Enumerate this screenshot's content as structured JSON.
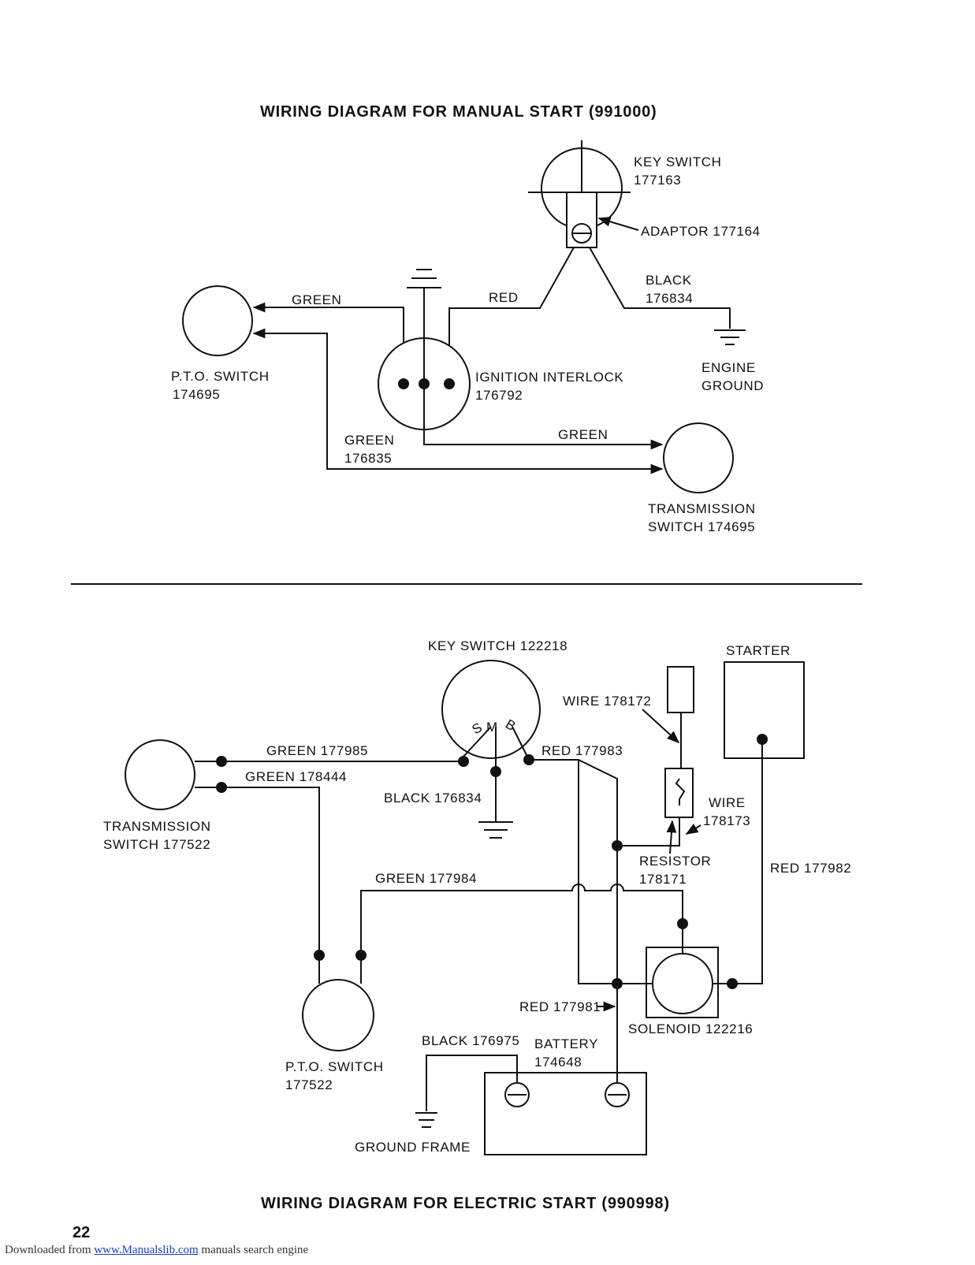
{
  "manual": {
    "title": "WIRING DIAGRAM FOR MANUAL START (991000)",
    "key_switch": "KEY SWITCH",
    "key_switch_pn": "177163",
    "adaptor": "ADAPTOR 177164",
    "black": "BLACK",
    "black_pn": "176834",
    "engine": "ENGINE",
    "ground": "GROUND",
    "green_top": "GREEN",
    "red": "RED",
    "pto": "P.T.O. SWITCH",
    "pto_pn": "174695",
    "ignition": "IGNITION INTERLOCK",
    "ignition_pn": "176792",
    "green_low": "GREEN",
    "green_low_pn": "176835",
    "green_trans": "GREEN",
    "trans": "TRANSMISSION",
    "trans_pn": "SWITCH 174695"
  },
  "electric": {
    "title": "WIRING DIAGRAM FOR ELECTRIC START (990998)",
    "key_switch": "KEY SWITCH 122218",
    "starter": "STARTER",
    "wire172": "WIRE 178172",
    "term_s": "S",
    "term_m": "M",
    "term_b": "B",
    "green985": "GREEN 177985",
    "red983": "RED 177983",
    "green444": "GREEN 178444",
    "black834": "BLACK 176834",
    "wire173_a": "WIRE",
    "wire173_b": "178173",
    "trans": "TRANSMISSION",
    "trans_pn": "SWITCH 177522",
    "resistor": "RESISTOR",
    "resistor_pn": "178171",
    "red982": "RED 177982",
    "green984": "GREEN 177984",
    "red981": "RED 177981",
    "solenoid": "SOLENOID 122216",
    "black975": "BLACK 176975",
    "battery": "BATTERY",
    "battery_pn": "174648",
    "pto": "P.T.O. SWITCH",
    "pto_pn": "177522",
    "ground_frame": "GROUND FRAME"
  },
  "page_number": "22",
  "footer": {
    "prefix": "Downloaded from ",
    "link": "www.Manualslib.com",
    "suffix": " manuals search engine"
  }
}
